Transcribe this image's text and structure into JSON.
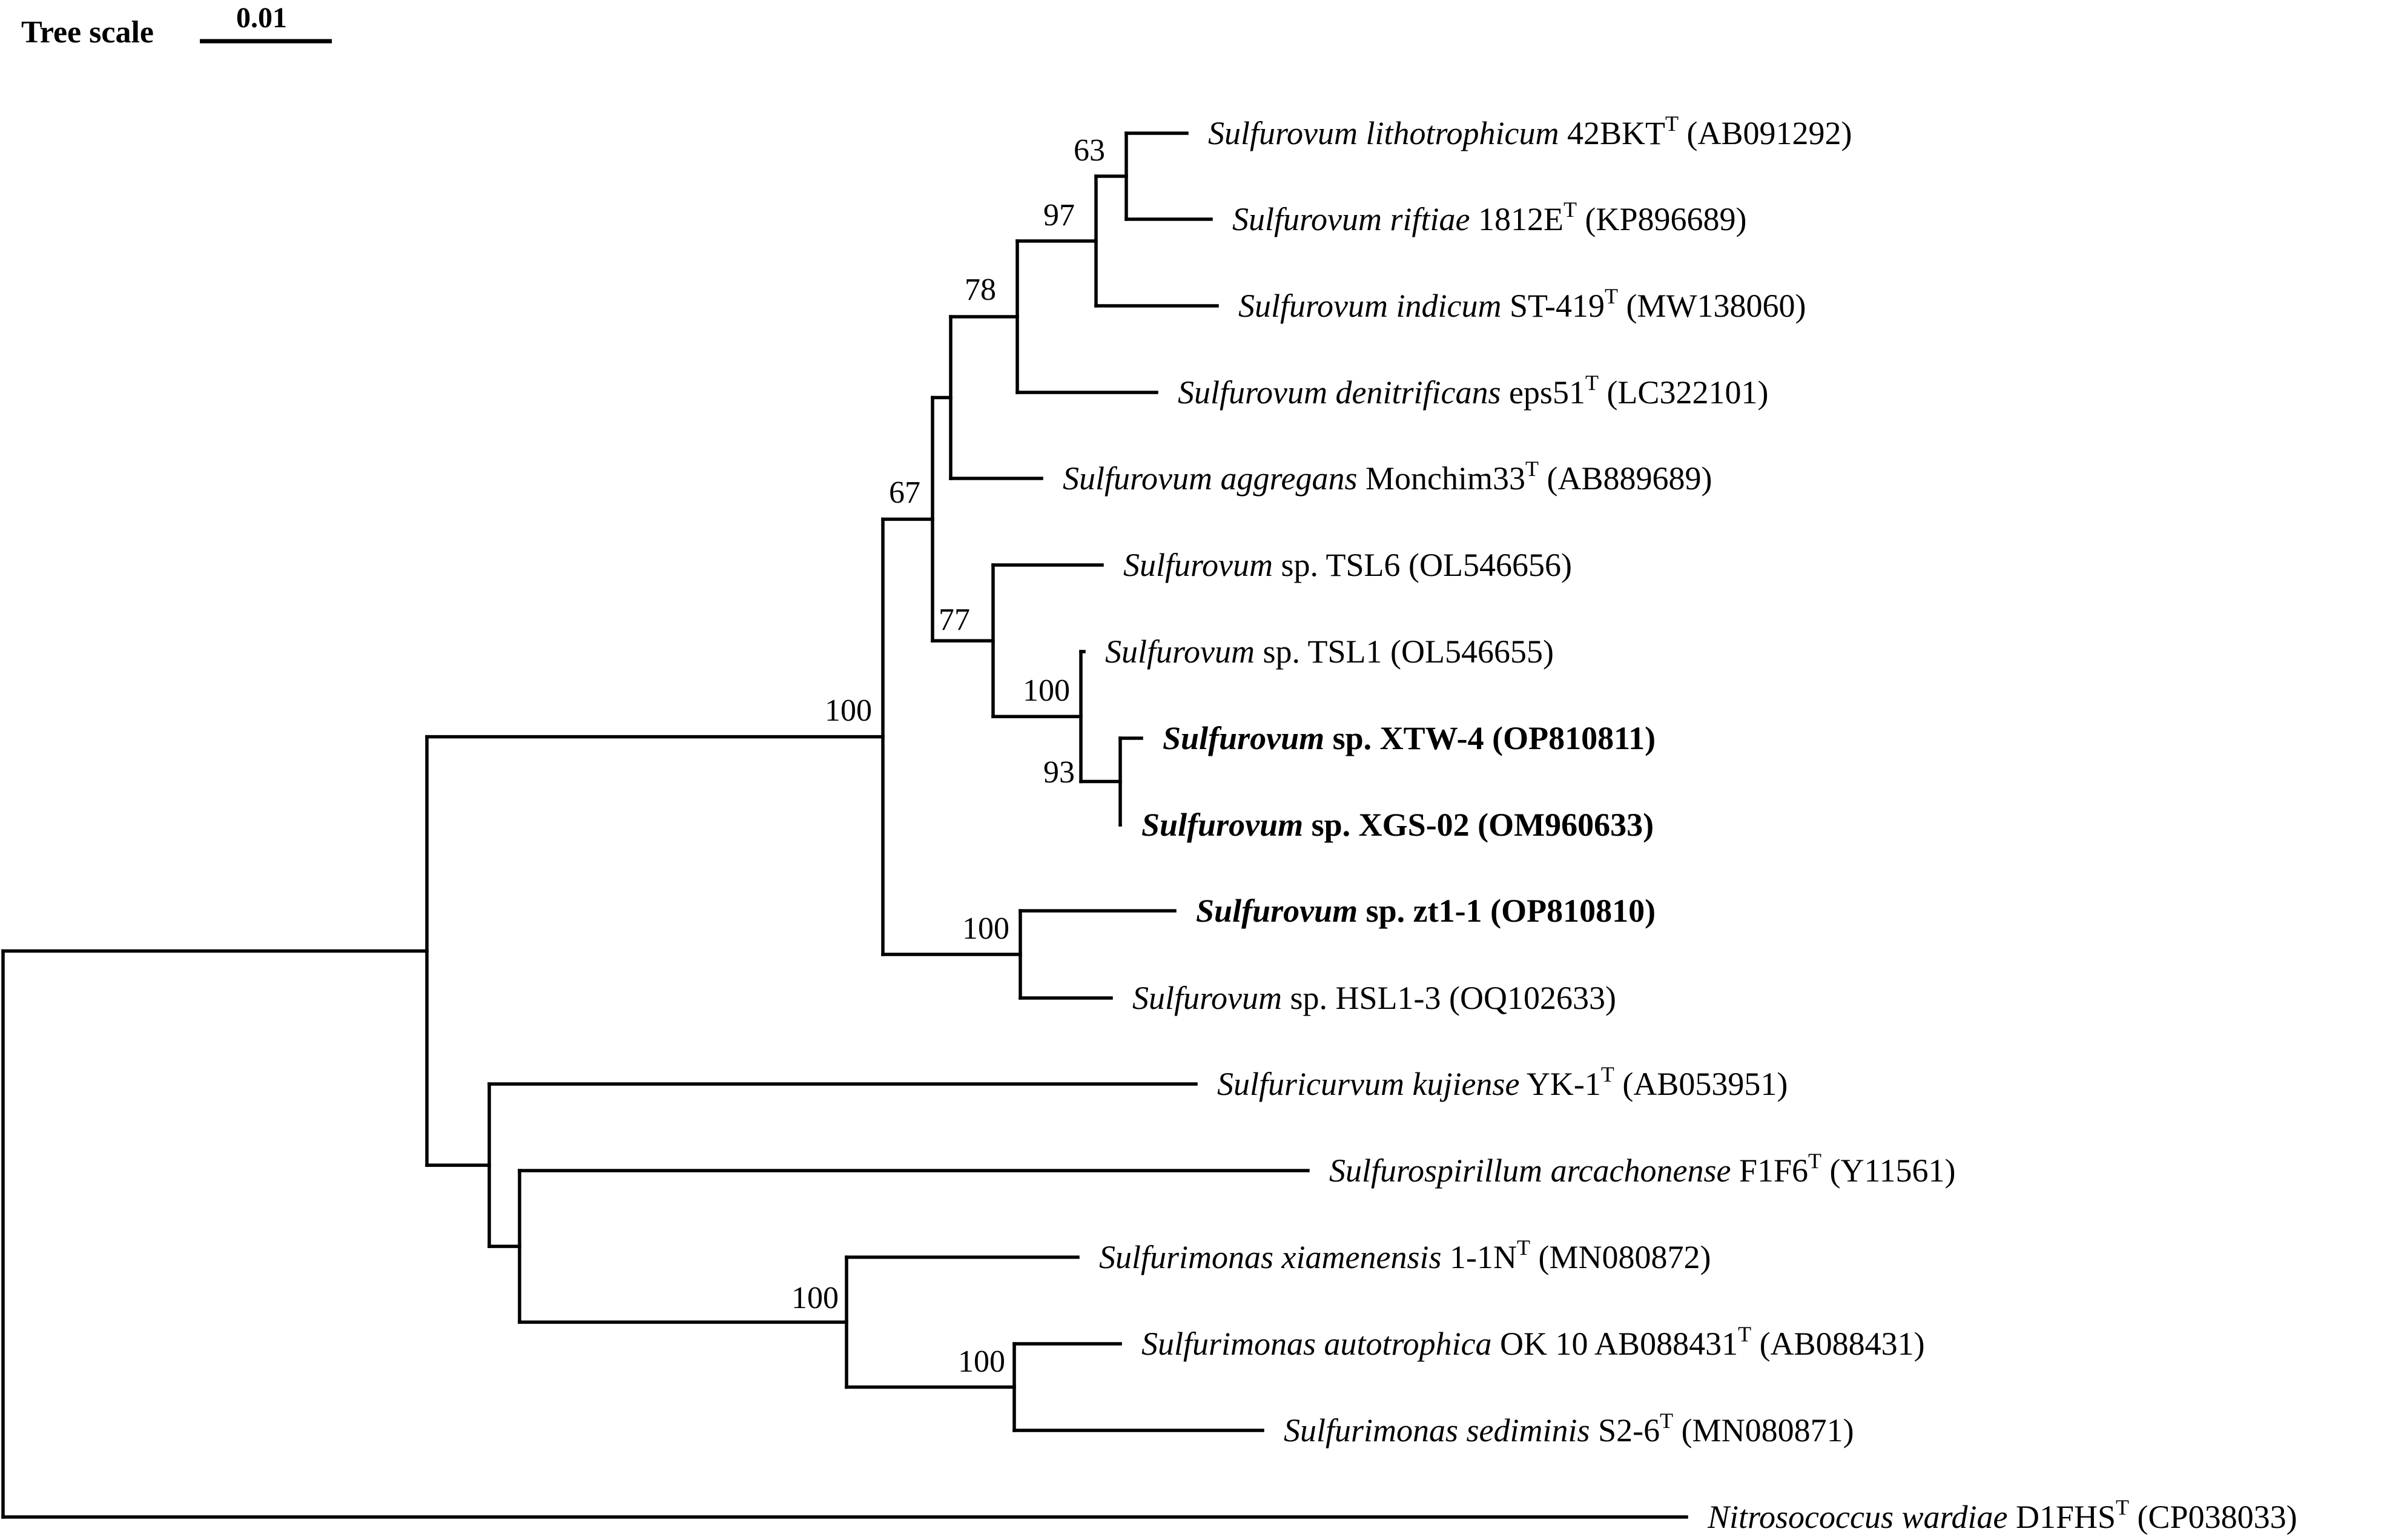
{
  "scale": {
    "title": "Tree scale",
    "value": "0.01"
  },
  "tree": {
    "leaves": [
      {
        "id": "L1",
        "genus": "Sulfurovum",
        "epithet": "lithotrophicum",
        "strain": "42BKT",
        "type_strain": true,
        "accession": "(AB091292)",
        "bold": false
      },
      {
        "id": "L2",
        "genus": "Sulfurovum",
        "epithet": "riftiae",
        "strain": "1812E",
        "type_strain": true,
        "accession": "(KP896689)",
        "bold": false
      },
      {
        "id": "L3",
        "genus": "Sulfurovum",
        "epithet": "indicum",
        "strain": "ST-419",
        "type_strain": true,
        "accession": "(MW138060)",
        "bold": false
      },
      {
        "id": "L4",
        "genus": "Sulfurovum",
        "epithet": "denitrificans",
        "strain": "eps51",
        "type_strain": true,
        "accession": "(LC322101)",
        "bold": false
      },
      {
        "id": "L5",
        "genus": "Sulfurovum",
        "epithet": "aggregans",
        "strain": "Monchim33",
        "type_strain": true,
        "accession": "(AB889689)",
        "bold": false
      },
      {
        "id": "L6",
        "genus": "Sulfurovum",
        "epithet": "",
        "strain": "sp. TSL6",
        "type_strain": false,
        "accession": "(OL546656)",
        "bold": false
      },
      {
        "id": "L7",
        "genus": "Sulfurovum",
        "epithet": "",
        "strain": "sp. TSL1",
        "type_strain": false,
        "accession": "(OL546655)",
        "bold": false
      },
      {
        "id": "L8",
        "genus": "Sulfurovum",
        "epithet": "",
        "strain": "sp. XTW-4",
        "type_strain": false,
        "accession": "(OP810811)",
        "bold": true
      },
      {
        "id": "L9",
        "genus": "Sulfurovum",
        "epithet": "",
        "strain": "sp. XGS-02",
        "type_strain": false,
        "accession": "(OM960633)",
        "bold": true
      },
      {
        "id": "L10",
        "genus": "Sulfurovum",
        "epithet": "",
        "strain": "sp. zt1-1",
        "type_strain": false,
        "accession": "(OP810810)",
        "bold": true
      },
      {
        "id": "L11",
        "genus": "Sulfurovum",
        "epithet": "",
        "strain": "sp. HSL1-3",
        "type_strain": false,
        "accession": "(OQ102633)",
        "bold": false
      },
      {
        "id": "L12",
        "genus": "Sulfuricurvum",
        "epithet": "kujiense",
        "strain": "YK-1",
        "type_strain": true,
        "accession": "(AB053951)",
        "bold": false
      },
      {
        "id": "L13",
        "genus": "Sulfurospirillum",
        "epithet": "arcachonense",
        "strain": "F1F6",
        "type_strain": true,
        "accession": "(Y11561)",
        "bold": false
      },
      {
        "id": "L14",
        "genus": "Sulfurimonas",
        "epithet": "xiamenensis",
        "strain": "1-1N",
        "type_strain": true,
        "accession": "(MN080872)",
        "bold": false
      },
      {
        "id": "L15",
        "genus": "Sulfurimonas",
        "epithet": "autotrophica",
        "strain": "OK 10 AB088431",
        "type_strain": true,
        "accession": "(AB088431)",
        "bold": false
      },
      {
        "id": "L16",
        "genus": "Sulfurimonas",
        "epithet": "sediminis",
        "strain": "S2-6",
        "type_strain": true,
        "accession": "(MN080871)",
        "bold": false
      },
      {
        "id": "L17",
        "genus": "Nitrosococcus",
        "epithet": "wardiae",
        "strain": "D1FHS",
        "type_strain": true,
        "accession": "(CP038033)",
        "bold": false
      }
    ],
    "type_marker": "T",
    "bootstrap": [
      {
        "node": "N_63",
        "value": "63"
      },
      {
        "node": "N_97",
        "value": "97"
      },
      {
        "node": "N_78",
        "value": "78"
      },
      {
        "node": "N_67",
        "value": "67"
      },
      {
        "node": "N_77",
        "value": "77"
      },
      {
        "node": "N_100a",
        "value": "100"
      },
      {
        "node": "N_93",
        "value": "93"
      },
      {
        "node": "N_100b",
        "value": "100"
      },
      {
        "node": "N_100c",
        "value": "100"
      },
      {
        "node": "N_100d",
        "value": "100"
      },
      {
        "node": "N_100e",
        "value": "100"
      }
    ]
  }
}
